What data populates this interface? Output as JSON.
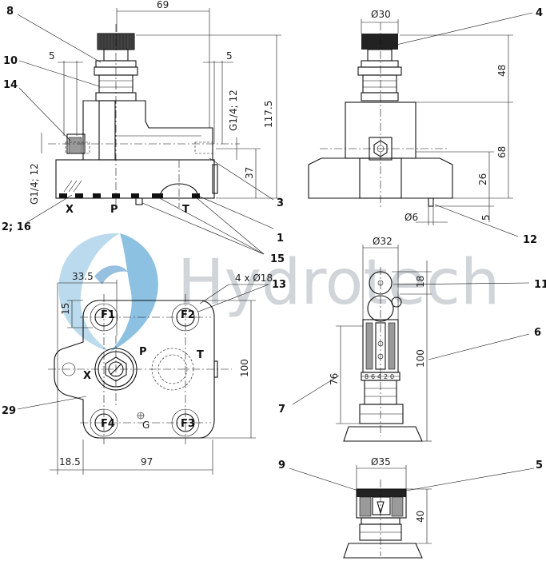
{
  "watermark": {
    "brand": "Hydrotech"
  },
  "dimensions": {
    "front_width": "69",
    "front_offset_left": "5",
    "front_offset_right": "5",
    "front_port_left": "G1/4; 12",
    "front_port_right": "G1/4; 12",
    "front_height": "117.5",
    "front_port_height": "37",
    "side_knob_dia": "Ø30",
    "side_knob_height": "48",
    "side_body_height": "68",
    "side_port_height": "26",
    "side_pin_height": "5",
    "side_pin_dia": "Ø6",
    "top_offset_x": "33.5",
    "top_offset_y": "15",
    "top_holes": "4 x Ø18",
    "top_height": "100",
    "top_width_left": "18.5",
    "top_width": "97",
    "lock_dia": "Ø32",
    "lock_top": "18",
    "lock_height": "100",
    "lock_body": "76",
    "cap_dia": "Ø35",
    "cap_height": "40"
  },
  "ports": {
    "x": "X",
    "p": "P",
    "t": "T",
    "x_top": "X",
    "p_top": "P",
    "t_top": "T"
  },
  "mounting": {
    "f1": "F1",
    "f2": "F2",
    "f3": "F3",
    "f4": "F4",
    "g": "G"
  },
  "scale_marks": {
    "m1": "8",
    "m2": "6",
    "m3": "4",
    "m4": "2",
    "m5": "0"
  },
  "callouts": {
    "n8": "8",
    "n10": "10",
    "n14": "14",
    "n2_16": "2; 16",
    "n4": "4",
    "n3": "3",
    "n1": "1",
    "n15": "15",
    "n12": "12",
    "n13": "13",
    "n11": "11",
    "n6": "6",
    "n7": "7",
    "n29": "29",
    "n9": "9",
    "n5": "5"
  }
}
